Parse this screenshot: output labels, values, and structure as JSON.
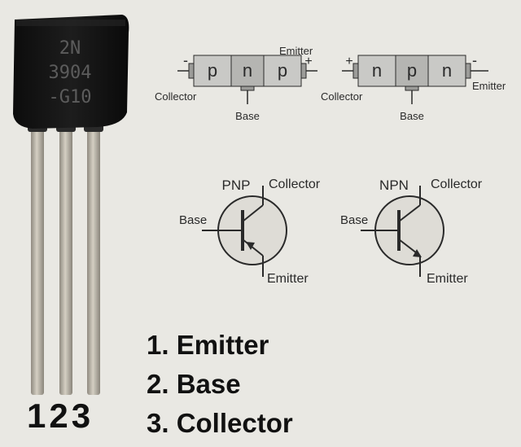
{
  "transistor": {
    "marking_line1": "2N",
    "marking_line2": "3904",
    "marking_line3": "-G10"
  },
  "pin_numbers": "123",
  "pin_list": [
    "1. Emitter",
    "2. Base",
    "3. Collector"
  ],
  "pnp_block": {
    "layers": [
      "p",
      "n",
      "p"
    ],
    "minus_sign": "-",
    "plus_sign": "+",
    "emitter_label": "Emitter",
    "collector_label": "Collector",
    "base_label": "Base"
  },
  "npn_block": {
    "layers": [
      "n",
      "p",
      "n"
    ],
    "plus_sign": "+",
    "minus_sign": "-",
    "emitter_label": "Emitter",
    "collector_label": "Collector",
    "base_label": "Base"
  },
  "pnp_symbol": {
    "type_label": "PNP",
    "collector_label": "Collector",
    "base_label": "Base",
    "emitter_label": "Emitter"
  },
  "npn_symbol": {
    "type_label": "NPN",
    "collector_label": "Collector",
    "base_label": "Base",
    "emitter_label": "Emitter"
  },
  "colors": {
    "background": "#e9e8e3",
    "package_body": "#151515",
    "package_marking": "#5c5c5c",
    "lead": "#b9b3a6",
    "layer_fill": "#c9c9c6",
    "layer_center_fill": "#b5b5b2",
    "symbol_circle": "#dedcd6",
    "line": "#2a2a2a"
  }
}
